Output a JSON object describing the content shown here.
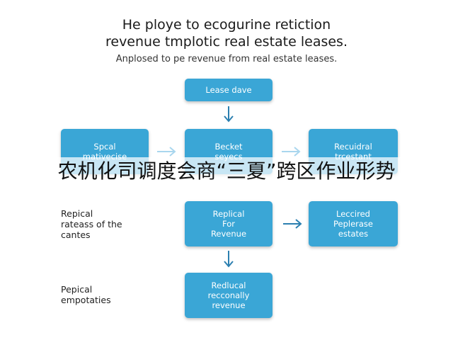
{
  "title": {
    "line1": "He ploye to ecogurine retiction",
    "line2": "revenue tmplotic real estate leases."
  },
  "subtitle": "Anplosed to pe revenue from real estate leases.",
  "boxes": {
    "lease_dave": [
      "Lease dave"
    ],
    "spcal": [
      "Spcal",
      "mativecise"
    ],
    "becket": [
      "Becket",
      "seyecs"
    ],
    "recuidral": [
      "Recuidral",
      "trcestant"
    ],
    "replical": [
      "Replical",
      "For",
      "Revenue"
    ],
    "leccired": [
      "Leccired",
      "Peplerase",
      "estates"
    ],
    "redlucal": [
      "Redlucal",
      "recconally",
      "revenue"
    ]
  },
  "side_labels": {
    "repical": [
      "Repical",
      "rateass of the",
      "cantes"
    ],
    "pepical": [
      "Pepical",
      "empotaties"
    ]
  },
  "overlay_caption": "农机化司调度会商“三夏”跨区作业形势",
  "colors": {
    "box": "#3aa6d6",
    "arrow_dark": "#2b7fb0",
    "arrow_light": "#a9d6ee"
  }
}
